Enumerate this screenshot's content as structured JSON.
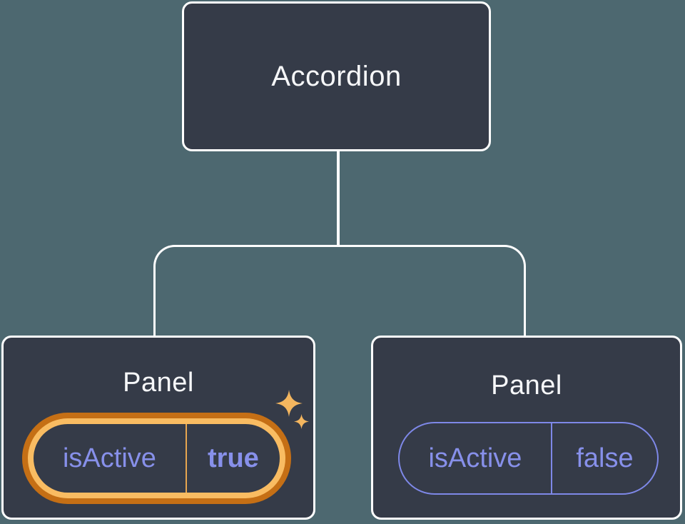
{
  "diagram": {
    "root": {
      "label": "Accordion"
    },
    "panels": [
      {
        "title": "Panel",
        "prop": "isActive",
        "value": "true",
        "highlighted": true
      },
      {
        "title": "Panel",
        "prop": "isActive",
        "value": "false",
        "highlighted": false
      }
    ]
  },
  "icons": {
    "sparkles": "sparkles-icon"
  },
  "colors": {
    "background": "#4d6870",
    "node_fill": "#353b48",
    "node_border": "#ffffff",
    "label_text": "#f6f7f9",
    "state_text": "#8790ea",
    "inactive_outline": "#7e88e8",
    "highlight_outer": "#c56f15",
    "highlight_inner": "#f9bc62",
    "highlight_divider": "#e8a64f",
    "sparkle": "#f4b65f"
  }
}
